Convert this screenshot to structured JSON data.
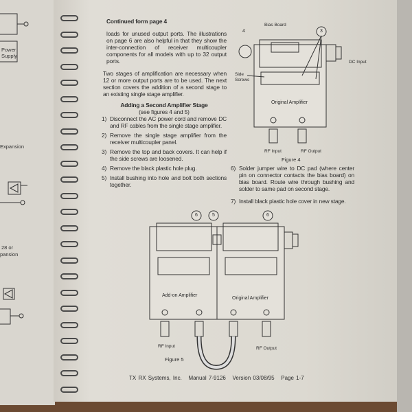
{
  "left_page": {
    "power_supply": "Power\nSupply",
    "expansion": "Expansion",
    "line_28": "28 or",
    "pansion": "pansion"
  },
  "heading": "Continued form page 4",
  "para1": "loads for unused output ports.  The illustrations on page 6 are also helpful in that they show the inter-connection of receiver multicoupler components for all models with up to 32 output ports.",
  "para2": "Two stages of amplification are necessary when 12 or more output ports are to be used.  The next section covers the addition of a second stage to an existing single stage amplifier.",
  "section_title": "Adding a Second Amplifier Stage",
  "section_subtitle": "(see figures 4 and 5)",
  "steps": [
    {
      "n": "1)",
      "text": "Disconnect the AC power cord and remove DC and RF cables from the single stage amplifier."
    },
    {
      "n": "2)",
      "text": "Remove the single stage amplifier from the receiver multicoupler panel."
    },
    {
      "n": "3)",
      "text": "Remove the top and back covers.  It can help if the side screws are loosened."
    },
    {
      "n": "4)",
      "text": "Remove the black plastic hole plug."
    },
    {
      "n": "5)",
      "text": "Install bushing into hole and bolt both sections together."
    },
    {
      "n": "6)",
      "text": "Solder jumper wire to DC pad (where center pin on connector contacts the bias board) on bias board.  Route wire through bushing and solder to same pad on second stage."
    },
    {
      "n": "7)",
      "text": "Install black plastic hole cover in new stage."
    }
  ],
  "figure4": {
    "caption": "Figure 4",
    "bias_board": "Bias Board",
    "dc_input": "DC Input",
    "side_screws": "Side\nScrews",
    "original_amplifier": "Original Amplifier",
    "rf_input": "RF Input",
    "rf_output": "RF Output",
    "callout_a": "4",
    "callout_b": "3"
  },
  "figure5": {
    "caption": "Figure 5",
    "addon_amplifier": "Add-on Amplifier",
    "original_amplifier": "Original Amplifier",
    "rf_input": "RF Input",
    "rf_output": "RF Output",
    "callout_a": "6",
    "callout_b": "5",
    "callout_c": "6"
  },
  "footer": {
    "company": "TX RX Systems, Inc.",
    "manual": "Manual 7-9126",
    "version": "Version 03/08/95",
    "page": "Page 1-7"
  }
}
